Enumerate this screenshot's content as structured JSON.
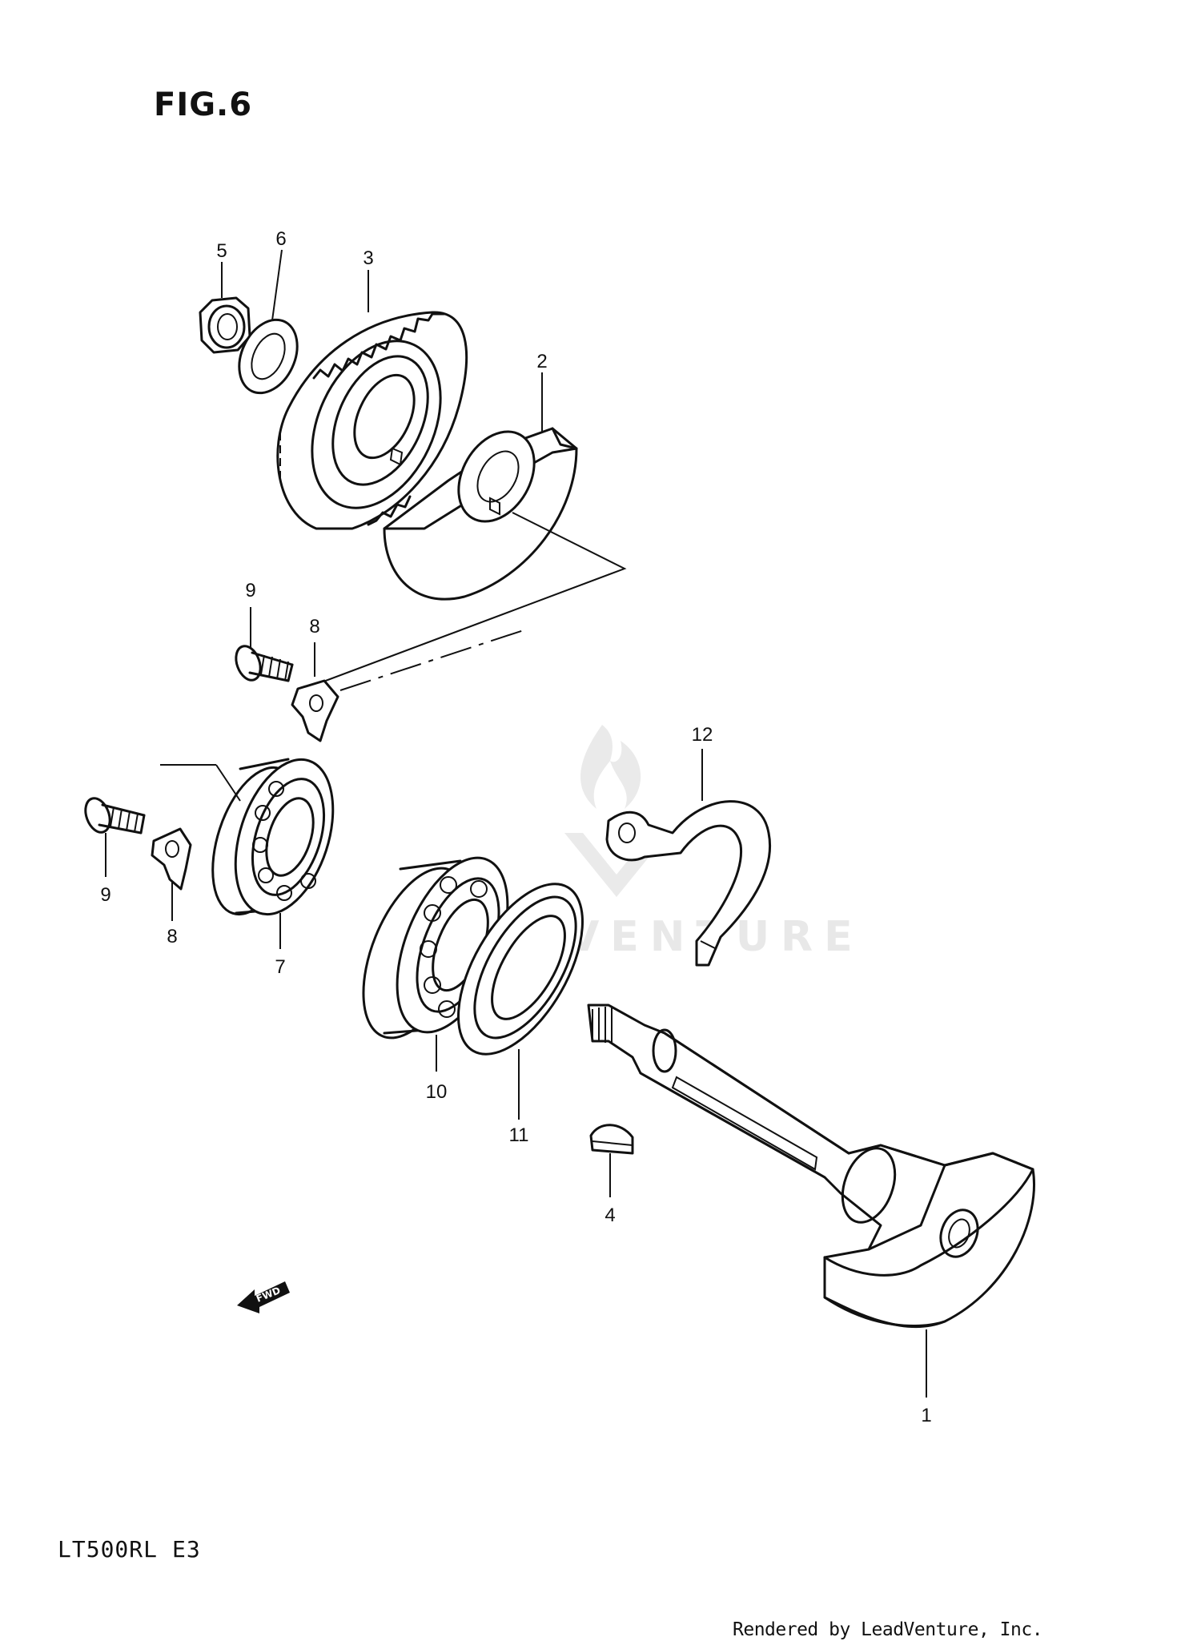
{
  "figure": {
    "title": "FIG.6"
  },
  "model_code": {
    "model": "LT500RL",
    "region": "E3"
  },
  "credit": "Rendered by LeadVenture, Inc.",
  "watermark": {
    "text": "LEADVENTURE",
    "icon": "leadventure-flame-logo"
  },
  "direction_badge": {
    "label": "FWD",
    "icon": "fwd-arrow-icon"
  },
  "callouts": [
    {
      "id": "c5",
      "label": "5"
    },
    {
      "id": "c6",
      "label": "6"
    },
    {
      "id": "c3",
      "label": "3"
    },
    {
      "id": "c2",
      "label": "2"
    },
    {
      "id": "c9a",
      "label": "9"
    },
    {
      "id": "c8a",
      "label": "8"
    },
    {
      "id": "c12",
      "label": "12"
    },
    {
      "id": "c9b",
      "label": "9"
    },
    {
      "id": "c8b",
      "label": "8"
    },
    {
      "id": "c7",
      "label": "7"
    },
    {
      "id": "c10",
      "label": "10"
    },
    {
      "id": "c11",
      "label": "11"
    },
    {
      "id": "c4",
      "label": "4"
    },
    {
      "id": "c1",
      "label": "1"
    }
  ]
}
